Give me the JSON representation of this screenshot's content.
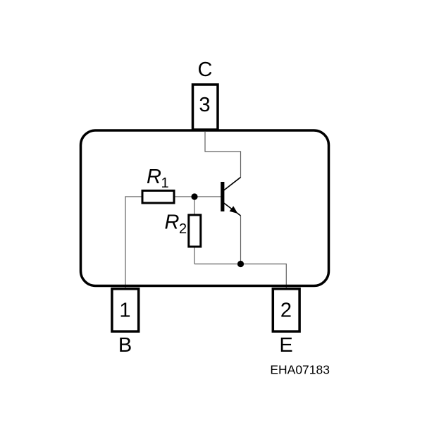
{
  "diagram": {
    "figure_code": "EHA07183",
    "kind": "resistor-equipped-npn-transistor-package-pinout"
  },
  "package": {
    "pins": [
      {
        "position": "top",
        "number": "3",
        "terminal": "C"
      },
      {
        "position": "bottom-left",
        "number": "1",
        "terminal": "B"
      },
      {
        "position": "bottom-right",
        "number": "2",
        "terminal": "E"
      }
    ]
  },
  "components": {
    "r1": {
      "label": "R",
      "subscript": "1"
    },
    "r2": {
      "label": "R",
      "subscript": "2"
    },
    "transistor": {
      "icon": "npn-transistor-icon"
    }
  },
  "colors": {
    "outline": "#000000",
    "wire": "#606060",
    "background": "#ffffff"
  }
}
